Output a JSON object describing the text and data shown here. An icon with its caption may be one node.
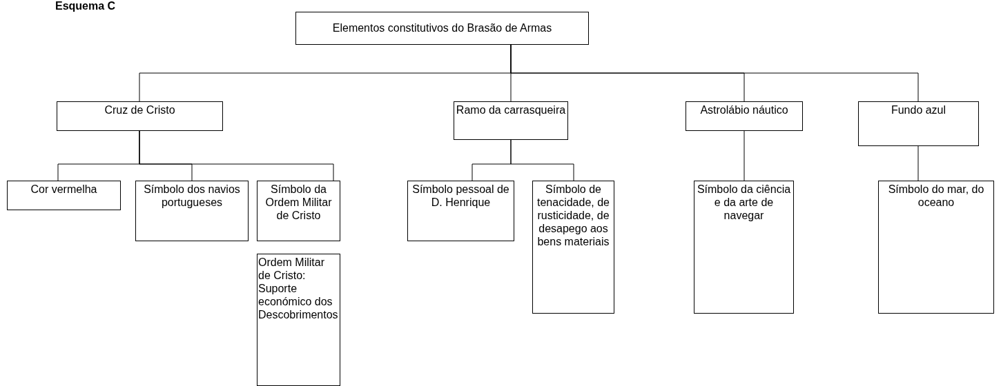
{
  "diagram": {
    "nodes": [
      {
        "text": [
          "Elementos constitutivos do Brasão de Armas"
        ]
      },
      {
        "text": [
          "Cruz de Cristo"
        ]
      },
      {
        "text": [
          "Ramo da carrasqueira"
        ]
      },
      {
        "text": [
          "Astrolábio náutico"
        ]
      },
      {
        "text": [
          "Fundo azul"
        ]
      },
      {
        "text": [
          "Cor vermelha"
        ]
      },
      {
        "text": [
          "Símbolo dos navios portugueses"
        ]
      },
      {
        "text": [
          "Símbolo da Ordem Militar de Cristo"
        ]
      },
      {
        "text": [
          "Ordem Militar de Cristo: Suporte económico dos Descobrimentos"
        ]
      },
      {
        "text": [
          "Símbolo pessoal de D. Henrique"
        ]
      },
      {
        "text": [
          "Símbolo de tenacidade, de rusticidade, de desapego aos bens materiais"
        ]
      },
      {
        "text": [
          "Símbolo da ciência e da arte de navegar"
        ]
      },
      {
        "text": [
          "Símbolo do mar, do oceano"
        ]
      }
    ],
    "edges": [
      {
        "from": 0,
        "to": 1,
        "arrow": "none"
      },
      {
        "from": 0,
        "to": 2,
        "arrow": "none"
      },
      {
        "from": 0,
        "to": 3,
        "arrow": "none"
      },
      {
        "from": 0,
        "to": 4,
        "arrow": "none"
      },
      {
        "from": 1,
        "to": 5,
        "arrow": "none"
      },
      {
        "from": 1,
        "to": 6,
        "arrow": "none"
      },
      {
        "from": 1,
        "to": 7,
        "arrow": "none"
      },
      {
        "from": 2,
        "to": 9,
        "arrow": "none"
      },
      {
        "from": 2,
        "to": 10,
        "arrow": "none"
      },
      {
        "from": 3,
        "to": 11,
        "arrow": "none"
      },
      {
        "from": 4,
        "to": 12,
        "arrow": "none"
      }
    ],
    "labels": [
      "Esquema C"
    ]
  }
}
